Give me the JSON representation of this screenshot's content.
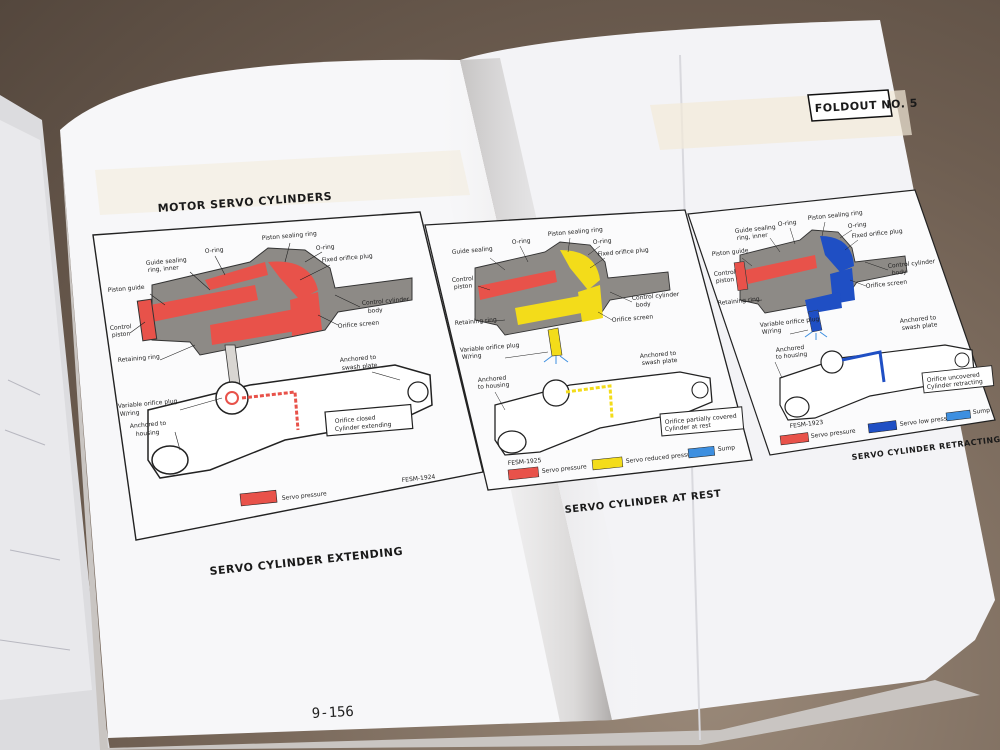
{
  "page": {
    "title": "MOTOR SERVO CYLINDERS",
    "foldout": "FOLDOUT NO. 5",
    "page_number": "9-156"
  },
  "colors": {
    "servo_pressure": "#e8524a",
    "servo_reduced_pressure": "#f3dc1a",
    "servo_low_pressure": "#1f4fc4",
    "sump": "#3d8fe0",
    "housing_gray": "#8d8a86"
  },
  "panel1": {
    "caption": "SERVO CYLINDER EXTENDING",
    "fig": "FESM-1924",
    "labels": {
      "guide_sealing": "Guide sealing",
      "ring_inner": "ring, inner",
      "oring1": "O-ring",
      "piston_sealing": "Piston sealing ring",
      "oring2": "O-ring",
      "fixed_orifice": "Fixed orifice plug",
      "piston_guide": "Piston guide",
      "control": "Control",
      "piston": "piston",
      "retaining": "Retaining ring",
      "control_cyl": "Control cylinder",
      "body": "body",
      "orifice_screen": "Orifice screen",
      "anchored_swash": "Anchored to",
      "swash_plate": "swash plate",
      "variable": "Variable orifice plug",
      "wring": "W/ring",
      "anchored_housing": "Anchored to",
      "to_housing": "housing",
      "orifice_closed": "Orifice closed",
      "cyl_extending": "Cylinder extending"
    },
    "legend": [
      {
        "label": "Servo pressure"
      }
    ]
  },
  "panel2": {
    "caption": "SERVO CYLINDER AT REST",
    "fig": "FESM-1925",
    "labels": {
      "guide_sealing": "Guide sealing",
      "oring1": "O-ring",
      "piston_sealing": "Piston sealing ring",
      "oring2": "O-ring",
      "fixed_orifice": "Fixed orifice plug",
      "control": "Control",
      "piston": "piston",
      "retaining": "Retaining ring",
      "control_cyl": "Control cylinder",
      "body": "body",
      "orifice_screen": "Orifice screen",
      "variable": "Variable orifice plug",
      "wring": "W/ring",
      "anchored_housing": "Anchored",
      "to_housing": "to housing",
      "anchored_swash": "Anchored to",
      "swash_plate": "swash plate",
      "orifice_partial": "Orifice partially covered",
      "cyl_rest": "Cylinder at rest"
    },
    "legend": [
      {
        "label": "Servo pressure"
      },
      {
        "label": "Servo reduced pressure"
      },
      {
        "label": "Sump"
      }
    ]
  },
  "panel3": {
    "caption": "SERVO CYLINDER RETRACTING",
    "fig": "FESM-1923",
    "labels": {
      "guide_sealing": "Guide sealing",
      "ring_inner": "ring, inner",
      "oring1": "O-ring",
      "piston_sealing": "Piston sealing ring",
      "oring2": "O-ring",
      "fixed_orifice": "Fixed orifice plug",
      "piston_guide": "Piston guide",
      "control": "Control",
      "piston": "piston",
      "retaining": "Retaining ring",
      "control_cyl": "Control cylinder",
      "body": "body",
      "orifice_screen": "Orifice screen",
      "variable": "Variable orifice plug",
      "wring": "W/ring",
      "anchored_housing": "Anchored",
      "to_housing": "to housing",
      "anchored_swash": "Anchored to",
      "swash_plate": "swash plate",
      "orifice_uncovered": "Orifice uncovered",
      "cyl_retracting": "Cylinder retracting"
    },
    "legend": [
      {
        "label": "Servo pressure"
      },
      {
        "label": "Servo low pressure"
      },
      {
        "label": "Sump"
      }
    ]
  }
}
